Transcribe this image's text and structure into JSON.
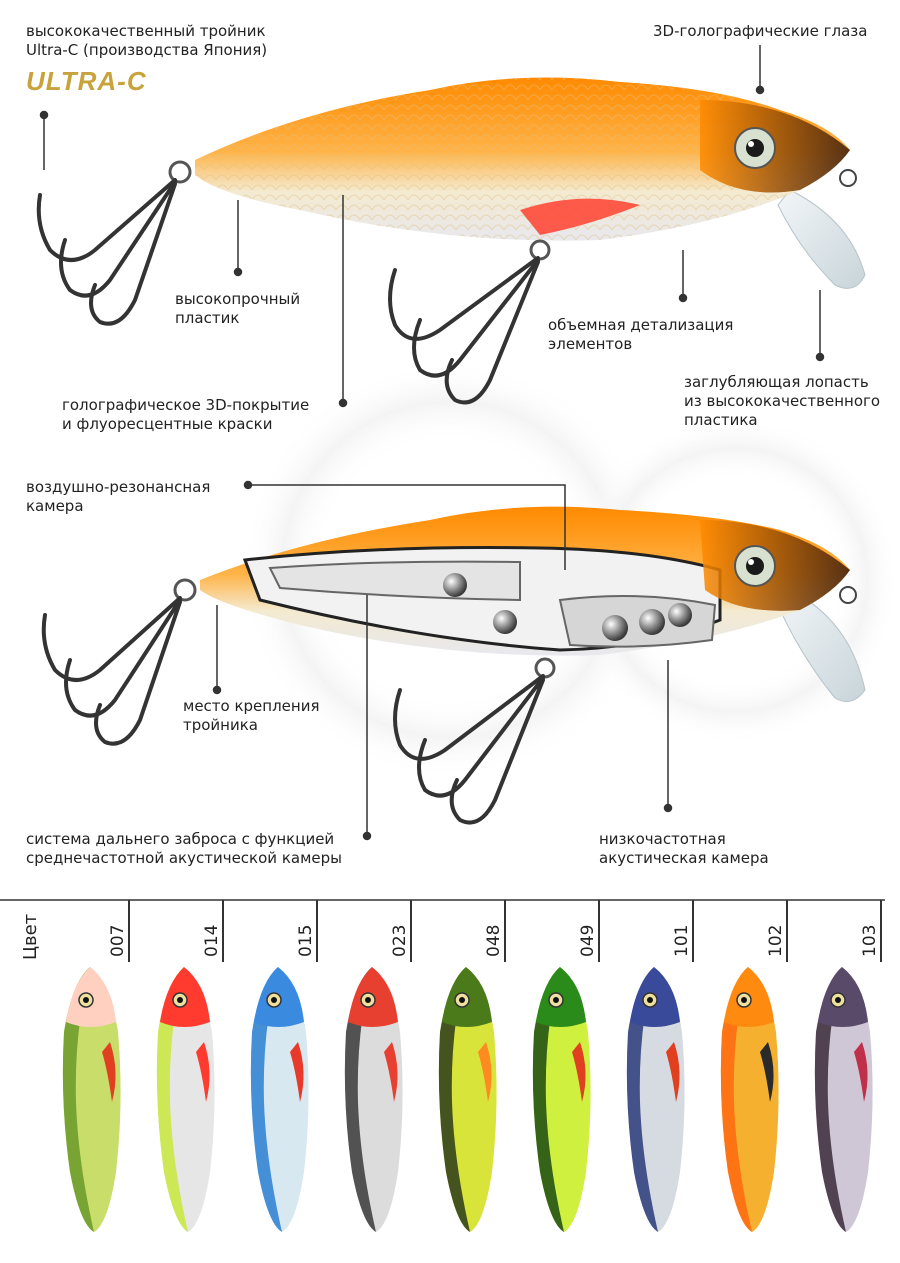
{
  "top_lure": {
    "labels": {
      "treble": "высококачественный тройник\nUltra-C (производства Япония)",
      "brand_logo": "ULTRA-C",
      "eyes": "3D-голографические глаза",
      "plastic": "высокопрочный\nпластик",
      "detail": "объемная детализация\nэлементов",
      "lip": "заглубляющая лопасть\nиз высококачественного\nпластика",
      "coating": "голографическое 3D-покрытие\nи флуоресцентные краски"
    }
  },
  "cutaway_lure": {
    "labels": {
      "air_chamber": "воздушно-резонансная\nкамера",
      "mount": "место крепления\nтройника",
      "casting": "система дальнего заброса с функцией\nсреднечастотной акустической камеры",
      "low_freq": "низкочастотная\nакустическая камера"
    }
  },
  "colors": {
    "heading": "Цвет",
    "items": [
      {
        "code": "007",
        "body": "#c9dd6a",
        "back": "#6a9a2a",
        "head": "#ffd0c0",
        "accent": "#e04020"
      },
      {
        "code": "014",
        "body": "#e6e6e6",
        "back": "#c7e83a",
        "head": "#ff3b30",
        "accent": "#ff3b30"
      },
      {
        "code": "015",
        "body": "#d8e8f0",
        "back": "#2a7fd0",
        "head": "#3a8ae0",
        "accent": "#e83a2a"
      },
      {
        "code": "023",
        "body": "#dcdcdc",
        "back": "#3a3a3a",
        "head": "#e84030",
        "accent": "#e84030"
      },
      {
        "code": "048",
        "body": "#d9e43a",
        "back": "#2a3a1a",
        "head": "#4a7a1a",
        "accent": "#ff8a20"
      },
      {
        "code": "049",
        "body": "#d0f040",
        "back": "#1a4a10",
        "head": "#2a8a1a",
        "accent": "#e04020"
      },
      {
        "code": "101",
        "body": "#d6dbe2",
        "back": "#2a3a7a",
        "head": "#3a4a9a",
        "accent": "#e04020"
      },
      {
        "code": "102",
        "body": "#f6b030",
        "back": "#ff6a10",
        "head": "#ff8a10",
        "accent": "#2a2a2a"
      },
      {
        "code": "103",
        "body": "#cfc6d6",
        "back": "#3a2a3a",
        "head": "#5a4a6a",
        "accent": "#c0304a"
      }
    ]
  }
}
